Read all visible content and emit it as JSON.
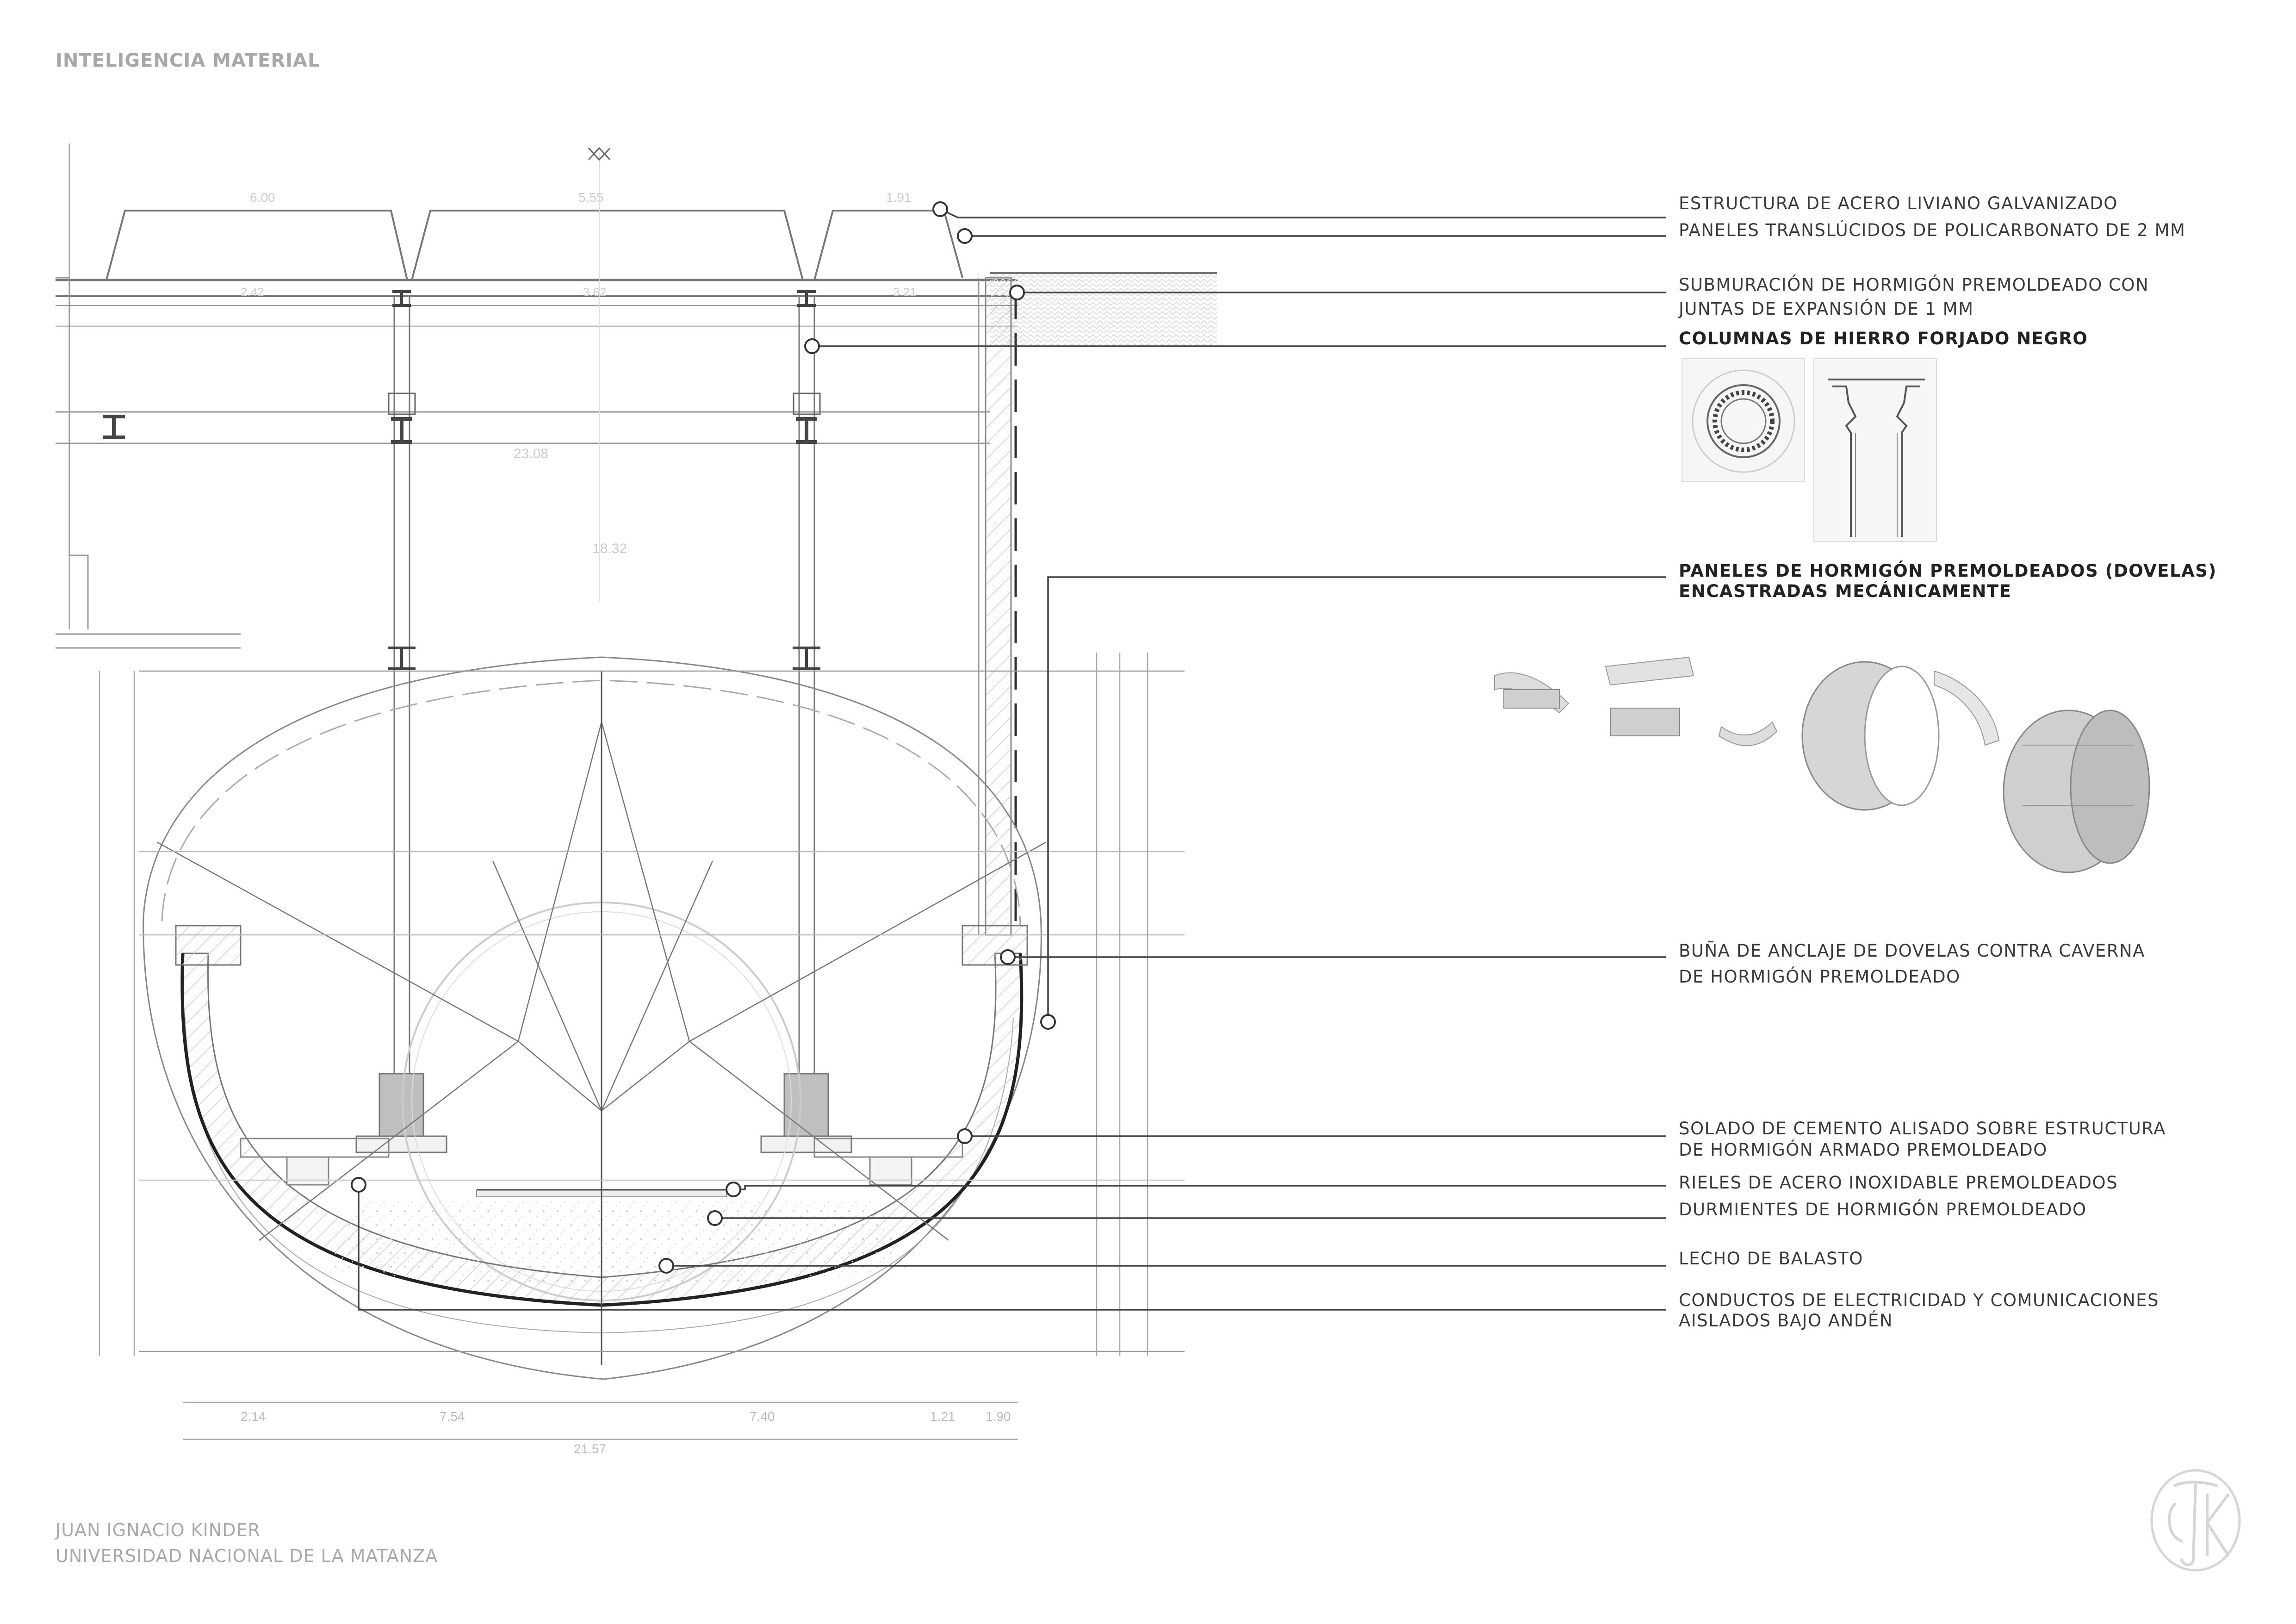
{
  "header": {
    "title": "INTELIGENCIA MATERIAL"
  },
  "footer": {
    "author": "JUAN IGNACIO KINDER",
    "institution": "UNIVERSIDAD NACIONAL DE LA MATANZA"
  },
  "labels": [
    {
      "id": "steel",
      "lines": [
        "ESTRUCTURA DE ACERO LIVIANO GALVANIZADO"
      ]
    },
    {
      "id": "polycarbonate",
      "lines": [
        "PANELES TRANSLÚCIDOS DE POLICARBONATO DE 2 MM"
      ]
    },
    {
      "id": "submuracion",
      "lines": [
        "SUBMURACIÓN DE HORMIGÓN PREMOLDEADO CON",
        "JUNTAS DE EXPANSIÓN DE 1 MM"
      ]
    },
    {
      "id": "columns",
      "lines": [
        "COLUMNAS DE HIERRO FORJADO NEGRO"
      ]
    },
    {
      "id": "dovelas",
      "lines": [
        "PANELES DE HORMIGÓN PREMOLDEADOS (DOVELAS)",
        "ENCASTRADAS MECÁNICAMENTE"
      ]
    },
    {
      "id": "buna",
      "lines": [
        "BUÑA DE ANCLAJE DE DOVELAS CONTRA CAVERNA",
        "DE HORMIGÓN PREMOLDEADO"
      ]
    },
    {
      "id": "solado",
      "lines": [
        "SOLADO DE CEMENTO ALISADO SOBRE ESTRUCTURA",
        "DE HORMIGÓN ARMADO PREMOLDEADO"
      ]
    },
    {
      "id": "rieles",
      "lines": [
        "RIELES DE ACERO INOXIDABLE PREMOLDEADOS"
      ]
    },
    {
      "id": "durmientes",
      "lines": [
        "DURMIENTES DE HORMIGÓN PREMOLDEADO"
      ]
    },
    {
      "id": "balasto",
      "lines": [
        "LECHO DE BALASTO"
      ]
    },
    {
      "id": "conductos",
      "lines": [
        "CONDUCTOS DE ELECTRICIDAD Y COMUNICACIONES",
        "AISLADOS BAJO ANDÉN"
      ]
    }
  ],
  "dimensions": {
    "top": [
      "6.00",
      "5.55",
      "1.91"
    ],
    "roof": [
      "2.42",
      "3.62",
      "3.21"
    ],
    "span": [
      "23.08",
      "18.32"
    ],
    "bottom": [
      "2.14",
      "7.54",
      "7.40",
      "1.21",
      "1.90"
    ],
    "total": "21.57"
  },
  "colors": {
    "line": "#555555",
    "light": "#bbbbbb",
    "fill": "#bfbfbf",
    "text": "#3a3a3a",
    "muted": "#a8a8a8"
  }
}
